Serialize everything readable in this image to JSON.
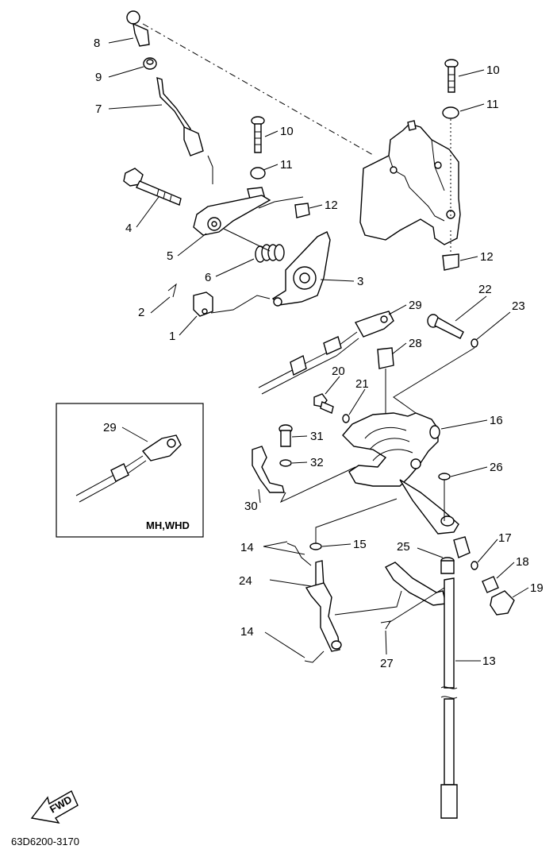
{
  "callouts": {
    "c1": "1",
    "c2": "2",
    "c3": "3",
    "c4": "4",
    "c5": "5",
    "c6": "6",
    "c7": "7",
    "c8": "8",
    "c9": "9",
    "c10a": "10",
    "c10b": "10",
    "c11a": "11",
    "c11b": "11",
    "c12a": "12",
    "c12b": "12",
    "c13": "13",
    "c14a": "14",
    "c14b": "14",
    "c15": "15",
    "c16": "16",
    "c17": "17",
    "c18": "18",
    "c19": "19",
    "c20": "20",
    "c21": "21",
    "c22": "22",
    "c23": "23",
    "c24": "24",
    "c25": "25",
    "c26": "26",
    "c27": "27",
    "c28": "28",
    "c29a": "29",
    "c29b": "29",
    "c30": "30",
    "c31": "31",
    "c32": "32"
  },
  "inset": {
    "model_label": "MH,WHD"
  },
  "fwd_label": "FWD",
  "diagram_code": "63D6200-3170"
}
